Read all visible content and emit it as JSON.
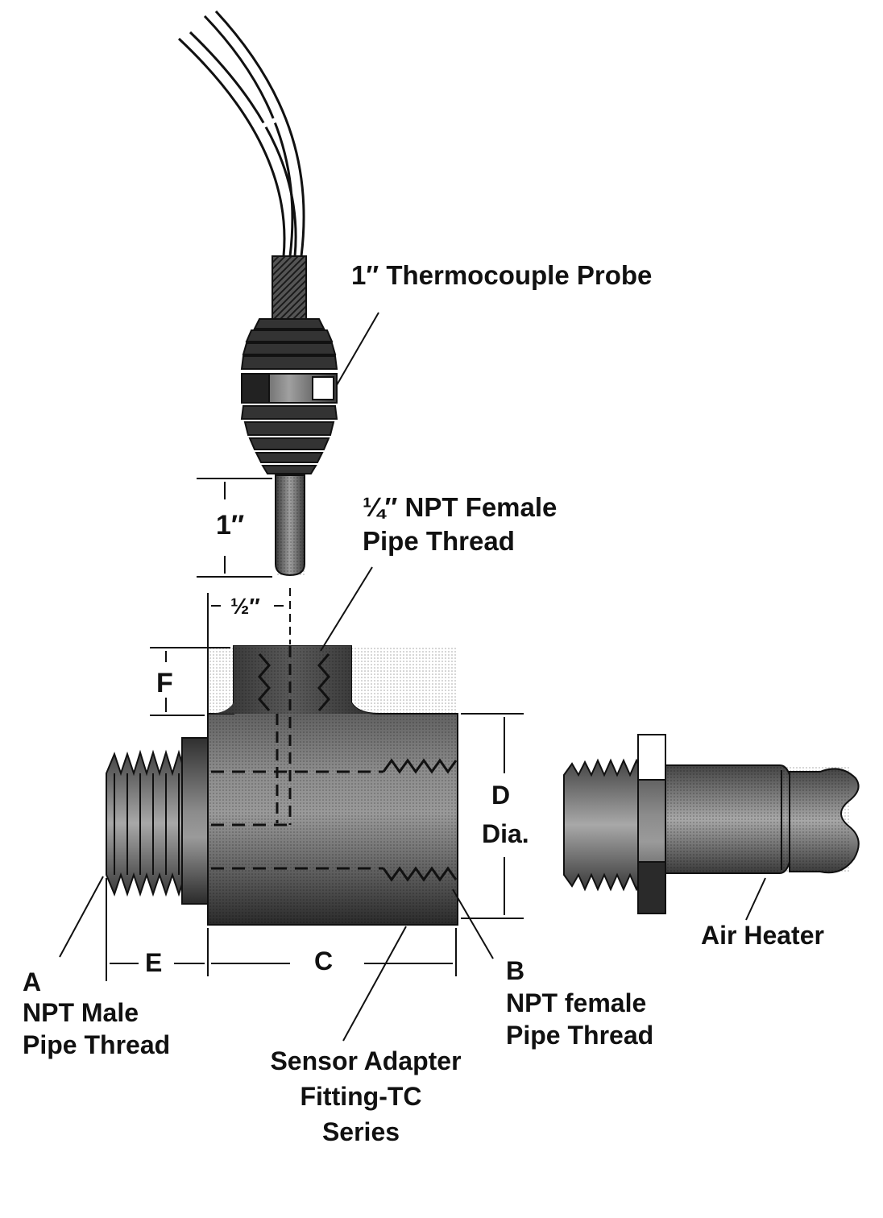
{
  "labels": {
    "probe": "1″ Thermocouple Probe",
    "female_thread_line1": "¼″ NPT Female",
    "female_thread_line2": "Pipe Thread",
    "dim_probe_length": "1″",
    "dim_half": "½″",
    "dim_f": "F",
    "dim_d_line1": "D",
    "dim_d_line2": "Dia.",
    "dim_e": "E",
    "dim_c": "C",
    "a_letter": "A",
    "a_line1": "NPT Male",
    "a_line2": "Pipe Thread",
    "b_letter": "B",
    "b_line1": "NPT female",
    "b_line2": "Pipe Thread",
    "adapter_line1": "Sensor Adapter",
    "adapter_line2": "Fitting-TC",
    "adapter_line3": "Series",
    "air_heater": "Air Heater"
  },
  "colors": {
    "ink": "#111111",
    "body_dark": "#3a3a3a",
    "body_mid": "#6e6e6e",
    "body_light": "#9a9a9a",
    "highlight": "#d8d8d8"
  }
}
